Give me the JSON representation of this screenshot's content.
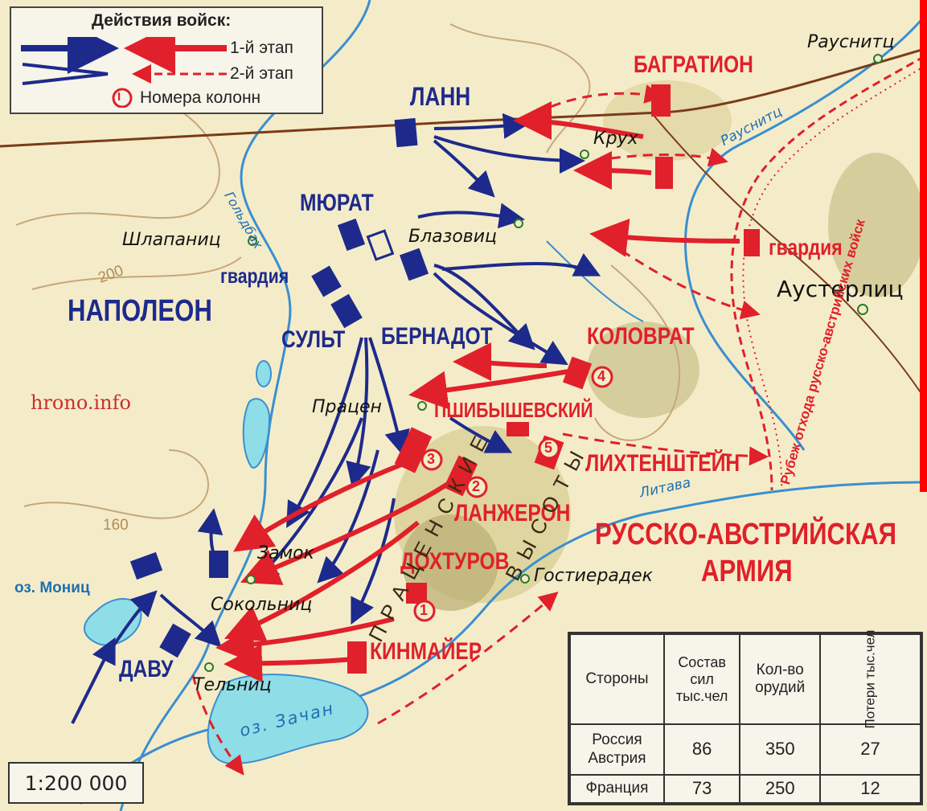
{
  "legend": {
    "title": "Действия войск:",
    "stage1": "1-й этап",
    "stage2": "2-й этап",
    "column_numbers": "Номера колонн",
    "column_symbol": "I"
  },
  "commanders_french": {
    "lann": "ЛАНН",
    "murat": "МЮРАТ",
    "guard": "гвардия",
    "napoleon": "НАПОЛЕОН",
    "soult": "СУЛЬТ",
    "bernadotte": "БЕРНАДОТ",
    "davout": "ДАВУ"
  },
  "commanders_allied": {
    "bagration": "БАГРАТИОН",
    "guard": "гвардия",
    "kolovrat": "КОЛОВРАТ",
    "przybyszewski": "ПШИБЫШЕВСКИЙ",
    "liechtenstein": "ЛИХТЕНШТЕЙН",
    "langeron": "ЛАНЖЕРОН",
    "dokhturov": "ДОХТУРОВ",
    "kienmayer": "КИНМАЙЕР",
    "army_line1": "РУССКО-АВСТРИЙСКАЯ",
    "army_line2": "АРМИЯ"
  },
  "column_numbers": [
    "1",
    "2",
    "3",
    "4",
    "5"
  ],
  "places": {
    "rausnitz": "Рауснитц",
    "krukh": "Крух",
    "blazovitz": "Блазовиц",
    "shlapanitz": "Шлапаниц",
    "austerlitz": "Аустерлиц",
    "pratzen": "Працен",
    "zamok": "Замок",
    "sokolnitz": "Сокольниц",
    "telnitz": "Тельниц",
    "gostieradek": "Гостиерадек"
  },
  "water": {
    "goldbach": "Гольдбах",
    "rausnitz_river": "Рауснитц",
    "litava": "Литава",
    "lake_monitz": "оз. Мониц",
    "lake_zachan": "оз. Зачан"
  },
  "heights": {
    "pratzen_heights_line1": "ПРАЦЕНСКИЕ",
    "pratzen_heights_line2": "ВЫСОТЫ"
  },
  "contours": {
    "c200": "200",
    "c160": "160"
  },
  "retreat_line": "Рубеж отхода русско-австрийских войск",
  "watermark": "hrono.info",
  "scale": "1:200 000",
  "stats_table": {
    "headers": [
      "Стороны",
      "Состав сил тыс.чел",
      "Кол-во орудий",
      "Потери тыс.чел"
    ],
    "sides": [
      "Россия",
      "Австрия",
      "Франция"
    ],
    "allies": {
      "forces": "86",
      "guns": "350",
      "losses": "27"
    },
    "france": {
      "forces": "73",
      "guns": "250",
      "losses": "12"
    }
  },
  "colors": {
    "french": "#1d2a8c",
    "allied": "#e0202a",
    "water": "#8fdde6",
    "terrain": "#f4ecc8",
    "hills": "#c9c08a"
  }
}
